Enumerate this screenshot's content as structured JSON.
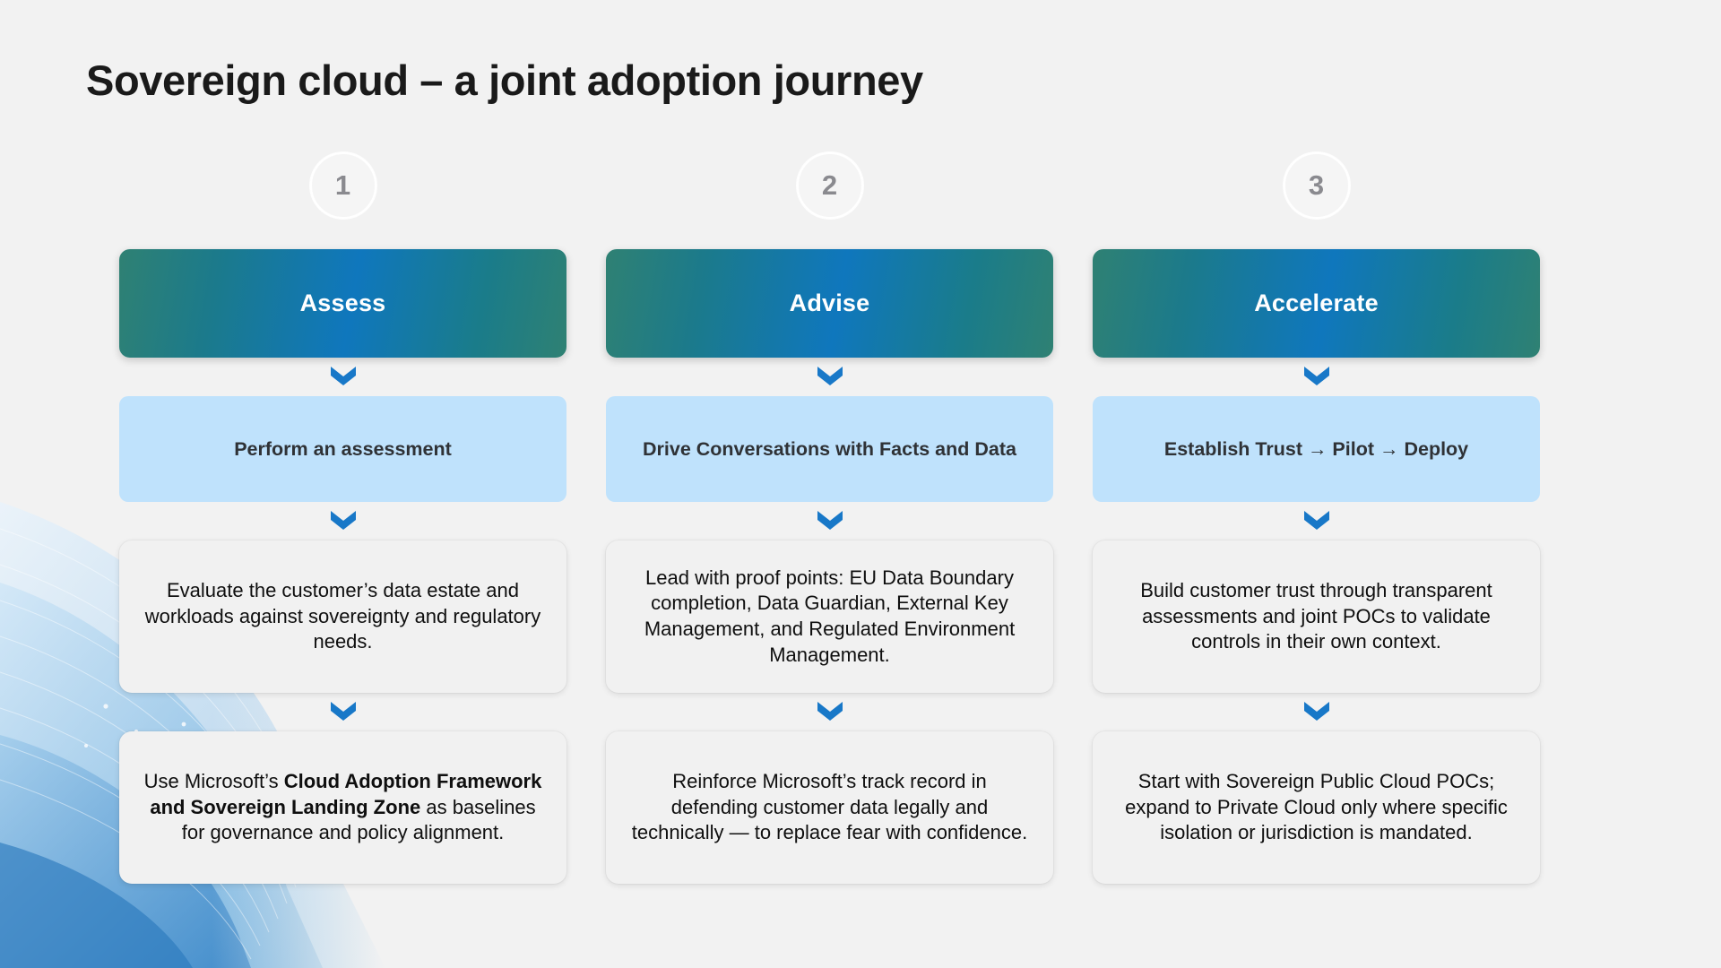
{
  "slide": {
    "title": "Sovereign cloud – a joint adoption journey",
    "background_color": "#f2f2f2",
    "accent_chevron_color": "#1878c8",
    "header_gradient_from": "#2f8173",
    "header_gradient_to": "#0f77bd",
    "subheader_color": "#bfe2fc"
  },
  "columns": [
    {
      "step_number": "1",
      "phase": "Assess",
      "subheader": "Perform an assessment",
      "detail_1": "Evaluate the customer’s data estate and workloads against sovereignty and regulatory needs.",
      "detail_2_prefix": "Use Microsoft’s ",
      "detail_2_bold": "Cloud Adoption Framework and Sovereign Landing Zone",
      "detail_2_suffix": " as baselines for governance and policy alignment."
    },
    {
      "step_number": "2",
      "phase": "Advise",
      "subheader": "Drive Conversations with Facts and Data",
      "detail_1": "Lead with proof points: EU Data Boundary completion, Data Guardian, External Key Management, and Regulated Environment Management.",
      "detail_2_prefix": "Reinforce Microsoft’s track record in defending customer data legally and technically — to replace fear with confidence.",
      "detail_2_bold": "",
      "detail_2_suffix": ""
    },
    {
      "step_number": "3",
      "phase": "Accelerate",
      "subheader": "Establish Trust → Pilot → Deploy",
      "detail_1": "Build customer trust through transparent assessments and joint POCs to validate controls in their own context.",
      "detail_2_prefix": "Start with Sovereign Public Cloud POCs; expand to Private Cloud only where specific isolation or jurisdiction is mandated.",
      "detail_2_bold": "",
      "detail_2_suffix": ""
    }
  ],
  "icons": {
    "chevron_down": "double-chevron-down-icon",
    "decoration": "wave-swoosh-decoration"
  }
}
